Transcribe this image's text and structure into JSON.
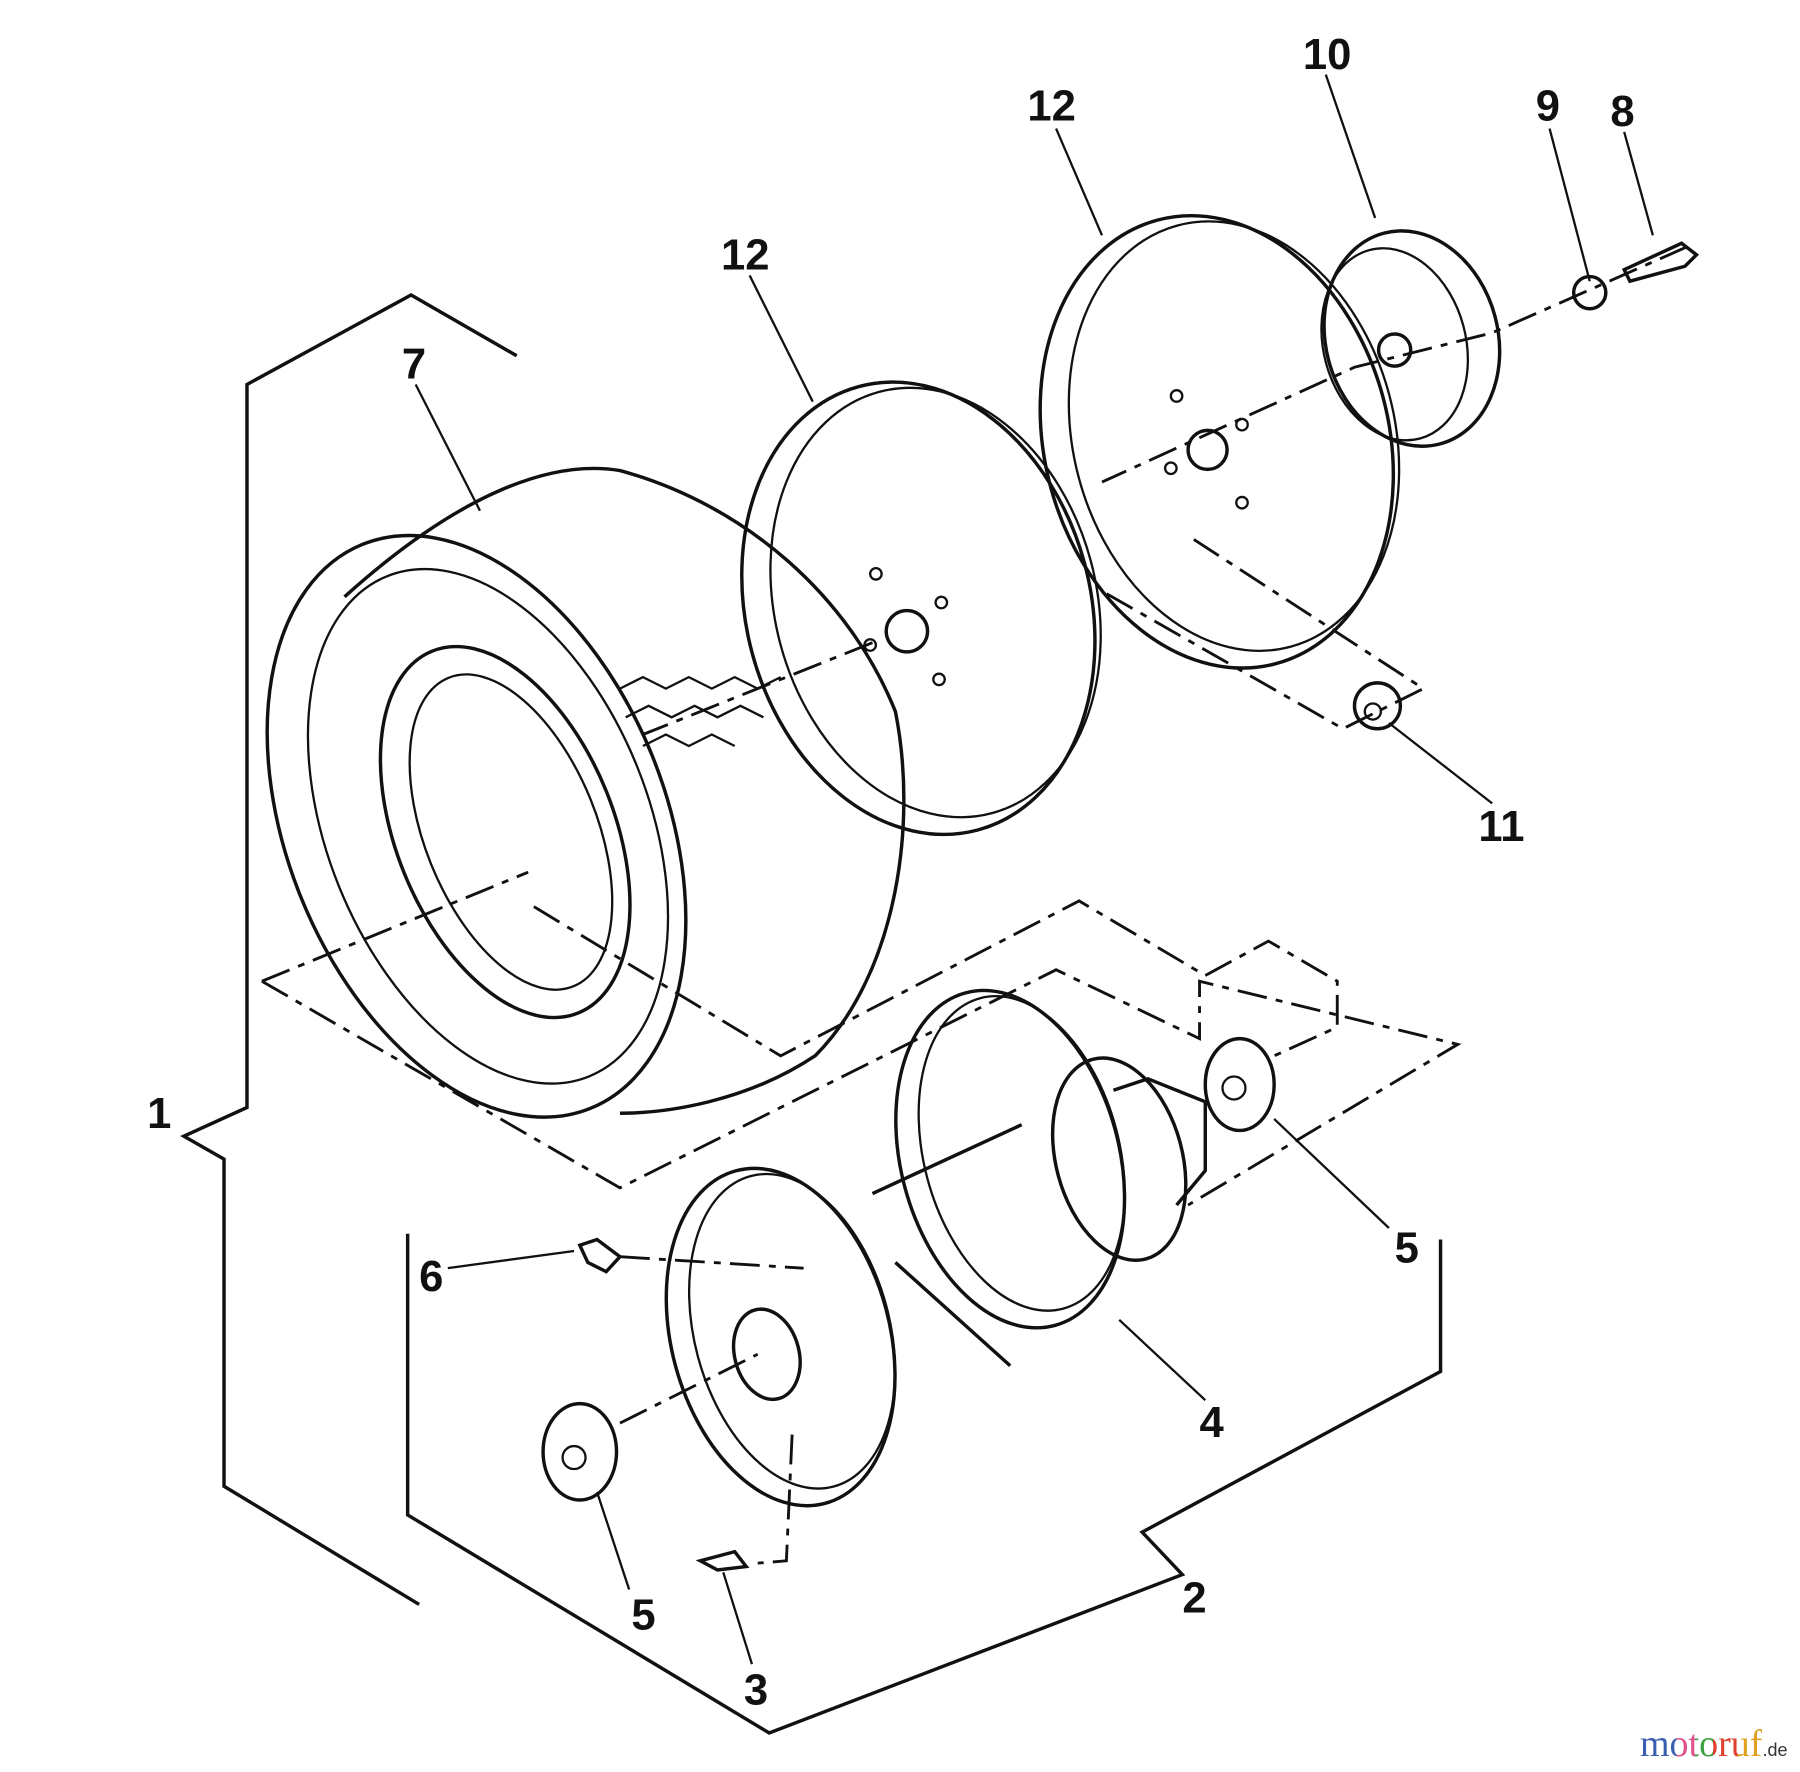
{
  "diagram": {
    "callouts": [
      {
        "id": "c10",
        "text": "10"
      },
      {
        "id": "c12a",
        "text": "12"
      },
      {
        "id": "c9",
        "text": "9"
      },
      {
        "id": "c8",
        "text": "8"
      },
      {
        "id": "c12b",
        "text": "12"
      },
      {
        "id": "c7",
        "text": "7"
      },
      {
        "id": "c11",
        "text": "11"
      },
      {
        "id": "c1",
        "text": "1"
      },
      {
        "id": "c5a",
        "text": "5"
      },
      {
        "id": "c6",
        "text": "6"
      },
      {
        "id": "c4",
        "text": "4"
      },
      {
        "id": "c2",
        "text": "2"
      },
      {
        "id": "c5b",
        "text": "5"
      },
      {
        "id": "c3",
        "text": "3"
      }
    ]
  },
  "watermark": {
    "text": "motoruf",
    "suffix": ".de",
    "colors": [
      "#3a5fb0",
      "#3a5fb0",
      "#e0508a",
      "#3aa040",
      "#e04030",
      "#e0a020",
      "#e0a020"
    ]
  }
}
